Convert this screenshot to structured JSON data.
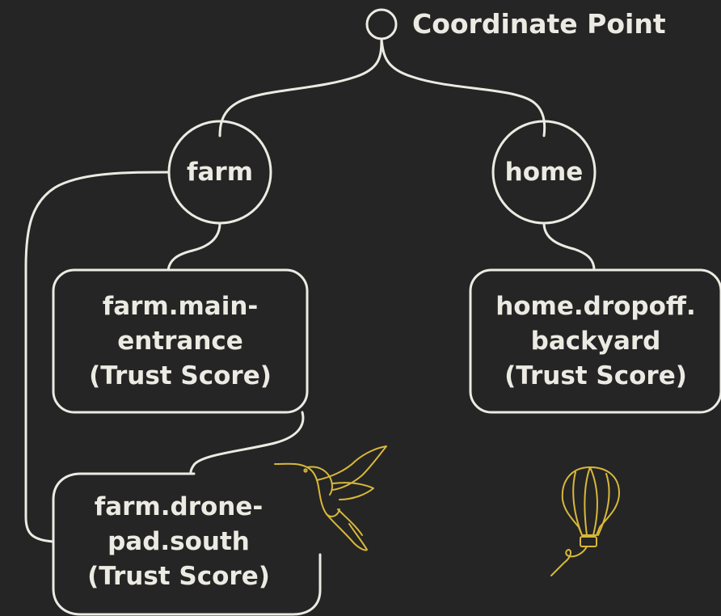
{
  "root": {
    "label": "Coordinate Point"
  },
  "branches": [
    {
      "label": "farm"
    },
    {
      "label": "home"
    }
  ],
  "leaves": {
    "farm_main": [
      "farm.main-",
      "entrance",
      "(Trust Score)"
    ],
    "home_dropoff": [
      "home.dropoff.",
      "backyard",
      "(Trust Score)"
    ],
    "farm_drone": [
      "farm.drone-",
      "pad.south",
      "(Trust Score)"
    ]
  },
  "colors": {
    "background": "#252525",
    "line": "#ecebe3",
    "illustration": "#d8b83a"
  },
  "decorations": [
    "hummingbird-illustration",
    "hot-air-balloon-illustration"
  ]
}
